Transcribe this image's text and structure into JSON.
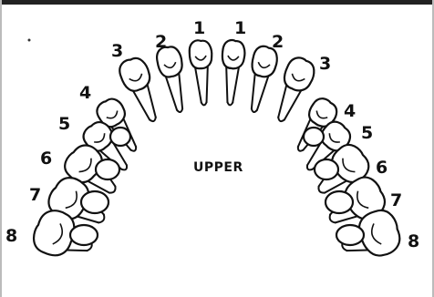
{
  "diagram": {
    "center_label": "UPPER",
    "left_numbers": [
      "1",
      "2",
      "3",
      "4",
      "5",
      "6",
      "7",
      "8"
    ],
    "right_numbers": [
      "1",
      "2",
      "3",
      "4",
      "5",
      "6",
      "7",
      "8"
    ]
  }
}
